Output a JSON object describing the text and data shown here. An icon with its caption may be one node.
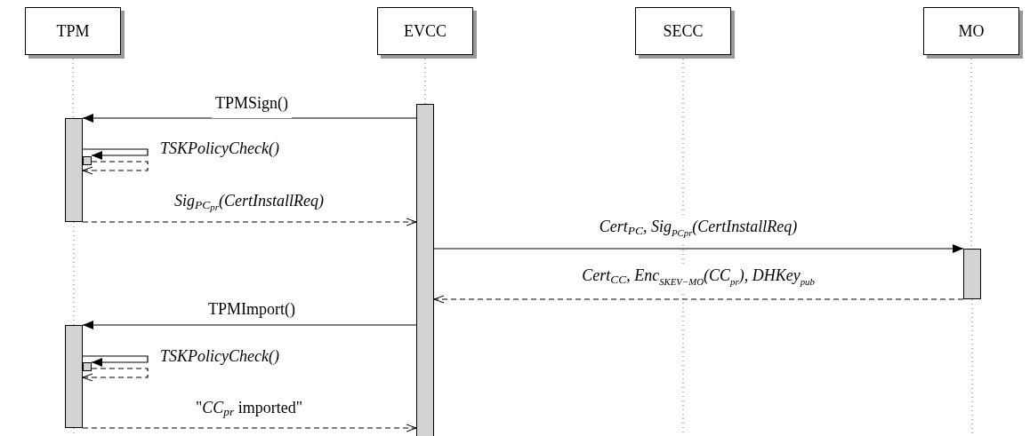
{
  "diagram": {
    "nodes": [
      {
        "text": [
          "TPM"
        ]
      },
      {
        "text": [
          "EVCC"
        ]
      },
      {
        "text": [
          "SECC"
        ]
      },
      {
        "text": [
          "MO"
        ]
      },
      {
        "text": [],
        "shape": "bar"
      },
      {
        "text": [],
        "shape": "bar"
      },
      {
        "text": [],
        "shape": "bar"
      },
      {
        "text": [],
        "shape": "bar"
      },
      {
        "text": [],
        "shape": "bar"
      },
      {
        "text": [],
        "shape": "bar"
      }
    ],
    "edges": [
      {
        "from": 6,
        "to": 4,
        "arrow": "to",
        "label": "TPMSign()"
      },
      {
        "from": 4,
        "to": 5,
        "arrow": "to",
        "label": "TSKPolicyCheck()"
      },
      {
        "from": 5,
        "to": 4,
        "arrow": "to",
        "style": "dashed"
      },
      {
        "from": 4,
        "to": 6,
        "arrow": "to",
        "style": "dashed",
        "label": "Sig$_{PC}$$_{pr}$(CertInstallReq)"
      },
      {
        "from": 6,
        "to": 7,
        "arrow": "to",
        "label": "Cert$_{PC}$, Sig$_{PC}$$_{pr}$(CertInstallReq)"
      },
      {
        "from": 7,
        "to": 6,
        "arrow": "to",
        "style": "dashed",
        "label": "Cert$_{CC}$, Enc$_{SK}$$_{EV−MO}$(CC$_{pr}$), DHKey$_{pub}$"
      },
      {
        "from": 6,
        "to": 8,
        "arrow": "to",
        "label": "TPMImport()"
      },
      {
        "from": 8,
        "to": 9,
        "arrow": "to",
        "label": "TSKPolicyCheck()"
      },
      {
        "from": 9,
        "to": 8,
        "arrow": "to",
        "style": "dashed"
      },
      {
        "from": 8,
        "to": 6,
        "arrow": "to",
        "style": "dashed",
        "label": "\"*CC*$_{pr}$ imported\""
      },
      {
        "from": 0,
        "to": 4,
        "arrow": "none",
        "style": "dashed",
        "color": "#666666"
      },
      {
        "from": 4,
        "to": 8,
        "arrow": "none",
        "style": "dashed",
        "color": "#666666"
      },
      {
        "from": 8,
        "to": null,
        "arrow": "none",
        "style": "dashed",
        "color": "#666666"
      },
      {
        "from": 1,
        "to": 6,
        "arrow": "none",
        "style": "dashed",
        "color": "#666666"
      },
      {
        "from": 2,
        "to": null,
        "arrow": "none",
        "style": "dashed",
        "color": "#666666"
      },
      {
        "from": 3,
        "to": 7,
        "arrow": "none",
        "style": "dashed",
        "color": "#666666"
      },
      {
        "from": 7,
        "to": null,
        "arrow": "none",
        "style": "dashed",
        "color": "#666666"
      }
    ]
  }
}
